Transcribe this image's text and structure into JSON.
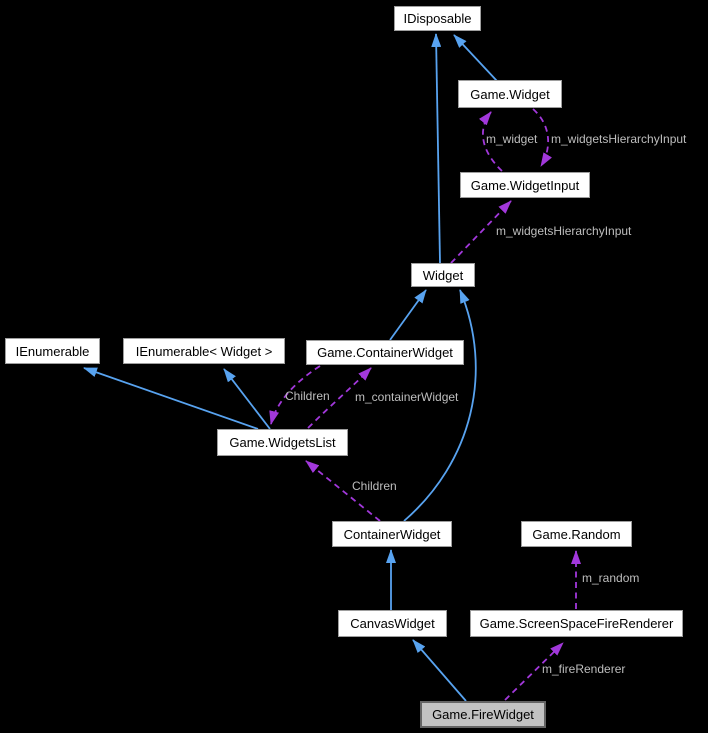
{
  "diagram": {
    "kind": "collaboration-graph",
    "focus_node": "Game.FireWidget",
    "colors": {
      "background": "#000000",
      "inheritance": "#58A3F0",
      "usage": "#A238DB",
      "label": "#BEBEBE",
      "node_bg": "#FFFFFF",
      "node_border": "#9E9E9E",
      "focus_bg": "#C2C2C2",
      "focus_border": "#646464"
    },
    "nodes": [
      {
        "id": "idisposable",
        "label": "IDisposable"
      },
      {
        "id": "game-widget",
        "label": "Game.Widget"
      },
      {
        "id": "game-widgetinput",
        "label": "Game.WidgetInput"
      },
      {
        "id": "widget",
        "label": "Widget"
      },
      {
        "id": "ienumerable",
        "label": "IEnumerable"
      },
      {
        "id": "ienumerable-widget",
        "label": "IEnumerable< Widget >"
      },
      {
        "id": "game-containerwidget",
        "label": "Game.ContainerWidget"
      },
      {
        "id": "game-widgetslist",
        "label": "Game.WidgetsList"
      },
      {
        "id": "containerwidget",
        "label": "ContainerWidget"
      },
      {
        "id": "game-random",
        "label": "Game.Random"
      },
      {
        "id": "canvaswidget",
        "label": "CanvasWidget"
      },
      {
        "id": "game-screenspacefirerenderer",
        "label": "Game.ScreenSpaceFireRenderer"
      },
      {
        "id": "game-firewidget",
        "label": "Game.FireWidget"
      }
    ],
    "edges": [
      {
        "from": "Game.Widget",
        "to": "IDisposable",
        "type": "inheritance"
      },
      {
        "from": "Widget",
        "to": "IDisposable",
        "type": "inheritance"
      },
      {
        "from": "Game.ContainerWidget",
        "to": "Widget",
        "type": "inheritance"
      },
      {
        "from": "ContainerWidget",
        "to": "Widget",
        "type": "inheritance"
      },
      {
        "from": "Game.WidgetsList",
        "to": "IEnumerable",
        "type": "inheritance"
      },
      {
        "from": "Game.WidgetsList",
        "to": "IEnumerable< Widget >",
        "type": "inheritance"
      },
      {
        "from": "CanvasWidget",
        "to": "ContainerWidget",
        "type": "inheritance"
      },
      {
        "from": "Game.FireWidget",
        "to": "CanvasWidget",
        "type": "inheritance"
      },
      {
        "from": "Game.WidgetInput",
        "to": "Game.Widget",
        "type": "usage",
        "label": "m_widget"
      },
      {
        "from": "Game.Widget",
        "to": "Game.WidgetInput",
        "type": "usage",
        "label": "m_widgetsHierarchyInput"
      },
      {
        "from": "Widget",
        "to": "Game.WidgetInput",
        "type": "usage",
        "label": "m_widgetsHierarchyInput"
      },
      {
        "from": "Game.ContainerWidget",
        "to": "Game.WidgetsList",
        "type": "usage",
        "label": "Children"
      },
      {
        "from": "Game.WidgetsList",
        "to": "Game.ContainerWidget",
        "type": "usage",
        "label": "m_containerWidget"
      },
      {
        "from": "ContainerWidget",
        "to": "Game.WidgetsList",
        "type": "usage",
        "label": "Children"
      },
      {
        "from": "Game.ScreenSpaceFireRenderer",
        "to": "Game.Random",
        "type": "usage",
        "label": "m_random"
      },
      {
        "from": "Game.FireWidget",
        "to": "Game.ScreenSpaceFireRenderer",
        "type": "usage",
        "label": "m_fireRenderer"
      }
    ],
    "edge_labels": [
      {
        "text": "m_widget"
      },
      {
        "text": "m_widgetsHierarchyInput"
      },
      {
        "text": "m_widgetsHierarchyInput"
      },
      {
        "text": "Children"
      },
      {
        "text": "m_containerWidget"
      },
      {
        "text": "Children"
      },
      {
        "text": "m_random"
      },
      {
        "text": "m_fireRenderer"
      }
    ]
  }
}
